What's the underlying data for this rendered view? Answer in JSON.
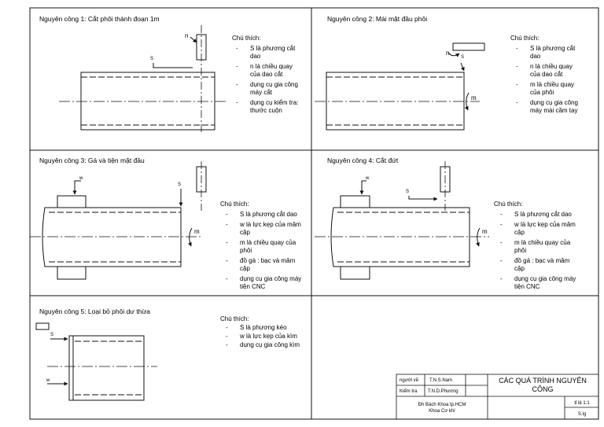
{
  "panels": [
    {
      "title": "Nguyên công 1: Cắt phôi thành đoạn 1m",
      "labels": {
        "n": "n",
        "s": "S"
      },
      "notes_title": "Chú thích:",
      "notes": [
        [
          "S là phương cắt",
          "dao"
        ],
        [
          "n là chiều quay",
          "của dao cắt"
        ],
        [
          "dụng cụ gia công",
          "máy cắt"
        ],
        [
          "dụng cụ kiểm tra:",
          "thước cuộn"
        ]
      ]
    },
    {
      "title": "Nguyên công 2: Mài mặt đầu phôi",
      "labels": {
        "n": "n",
        "s": "S",
        "m": "m"
      },
      "notes_title": "Chú thích:",
      "notes": [
        [
          "S là phương cắt",
          "dao"
        ],
        [
          "n là chiều quay",
          "của dao cắt"
        ],
        [
          "m là chiều quay",
          "của phôi"
        ],
        [
          "dụng cụ gia công",
          "máy mài cầm tay"
        ]
      ]
    },
    {
      "title": "Nguyên công 3: Gá và tiện mặt đầu",
      "labels": {
        "w": "w",
        "s": "S",
        "m": "m"
      },
      "notes_title": "Chú thích:",
      "notes": [
        [
          "S là phương cắt dao"
        ],
        [
          "w là lực kẹp của mâm",
          "cặp"
        ],
        [
          "m là chiều quay của",
          "phôi"
        ],
        [
          "đồ gá : bạc và mâm",
          "cặp"
        ],
        [
          "dụng cụ gia công máy",
          "tiện CNC"
        ]
      ]
    },
    {
      "title": "Nguyên công 4: Cắt đứt",
      "labels": {
        "w": "w",
        "s": "S",
        "m": "m"
      },
      "notes_title": "Chú thích:",
      "notes": [
        [
          "S là phương cắt dao"
        ],
        [
          "w là lực kẹp của mâm",
          "cặp"
        ],
        [
          "m là chiều quay của",
          "phôi"
        ],
        [
          "đồ gá : bạc và mâm",
          "cặp"
        ],
        [
          "dụng cụ gia công máy",
          "tiện CNC"
        ]
      ]
    },
    {
      "title": "Nguyên công 5: Loại bỏ phôi dư thừa",
      "labels": {
        "s": "S",
        "w": "w"
      },
      "notes_title": "Chú thích:",
      "notes": [
        [
          "S là phương kéo"
        ],
        [
          "w là lực kẹp của kìm"
        ],
        [
          "dụng cụ gia công kìm"
        ]
      ]
    }
  ],
  "title_block": {
    "row1_label": "người vẽ",
    "row1_value": "T.N.S.Nam",
    "row2_label": "Kiểm tra",
    "row2_value": "T.N.D.Phương",
    "school_line1": "Đh Bách Khoa tp.HCM",
    "school_line2": "Khoa Cơ khí",
    "drawing_title_line1": "CÁC QUÁ TRÌNH NGUYÊN",
    "drawing_title_line2": "CÔNG",
    "scale": "tỉ lệ 1:1",
    "sheet": "S.lg"
  }
}
